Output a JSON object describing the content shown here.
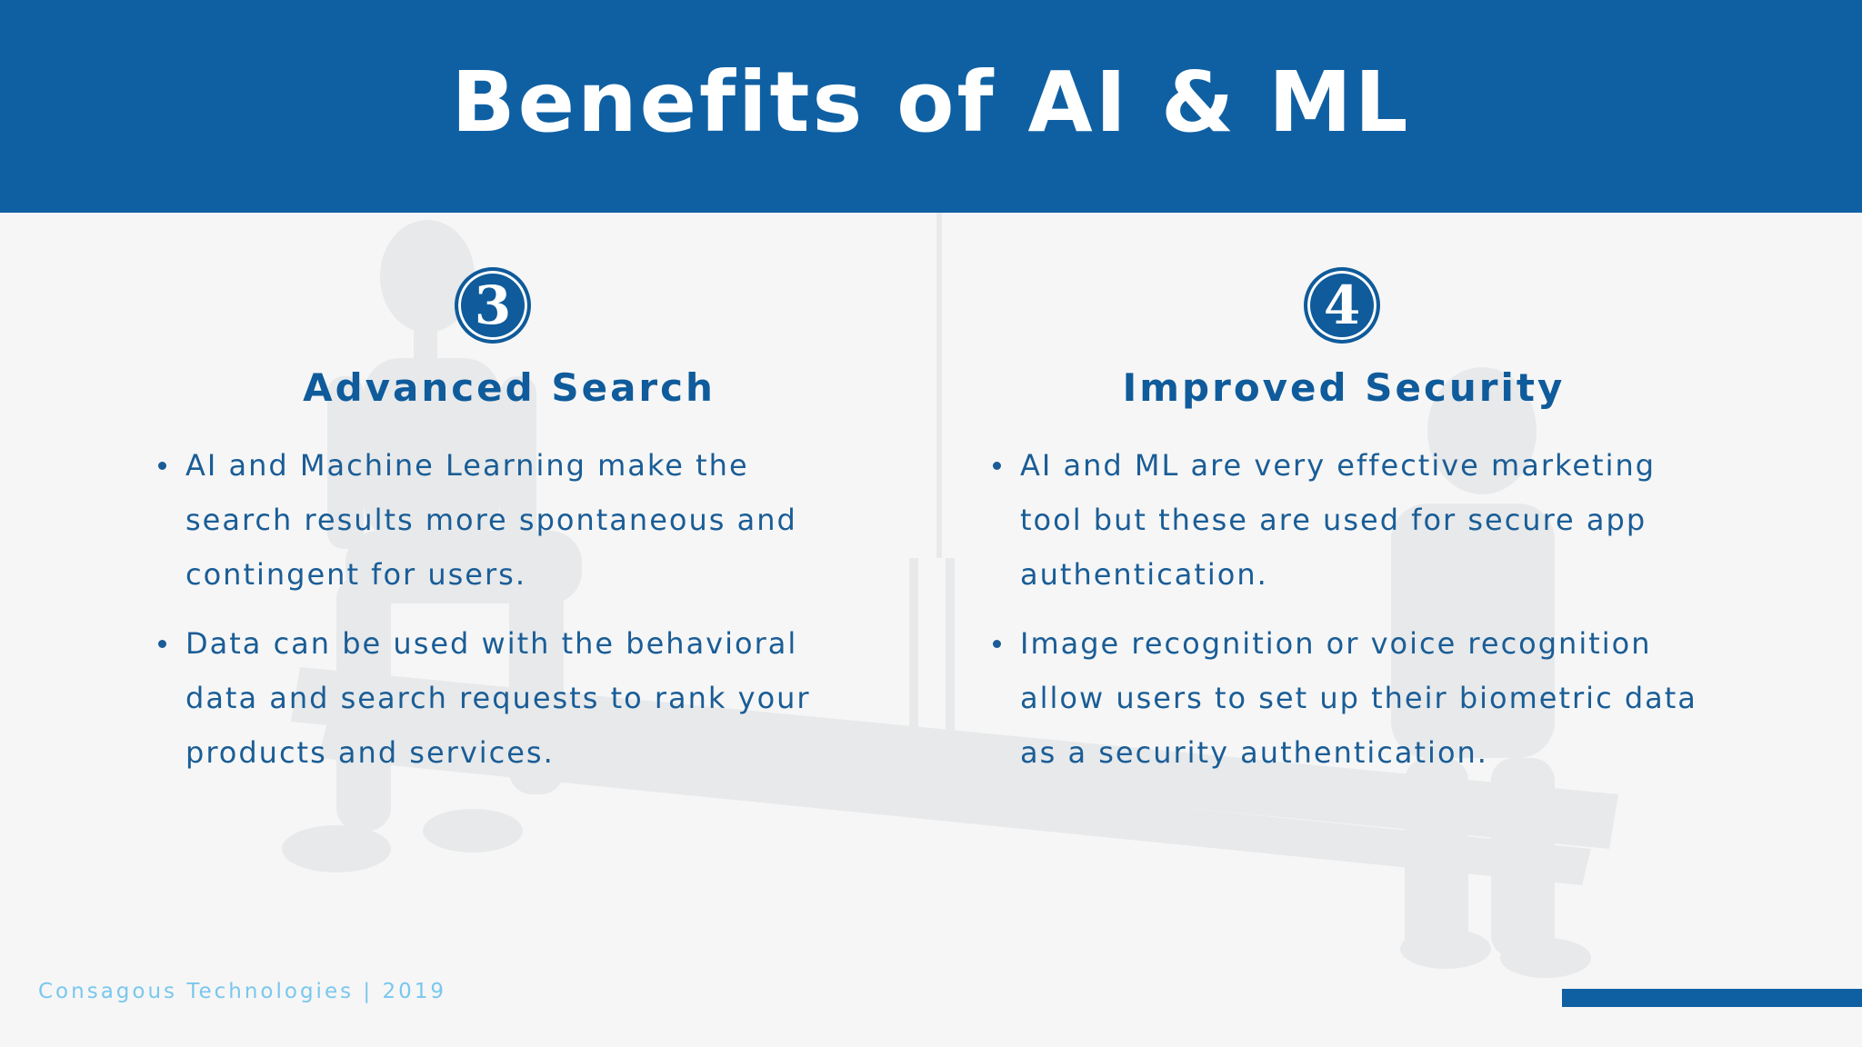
{
  "slide": {
    "title": "Benefits of AI & ML"
  },
  "columns": [
    {
      "number": "3",
      "title": "Advanced Search",
      "bullets": [
        "AI and Machine Learning make the search results more spontaneous and contingent for users.",
        "Data can be used with the behavioral data and search requests to rank your products and services."
      ]
    },
    {
      "number": "4",
      "title": "Improved Security",
      "bullets": [
        "AI and ML are very effective marketing tool but these are used for secure app authentication.",
        "Image recognition or voice recognition allow users to set up their biometric data as a security authentication."
      ]
    }
  ],
  "footer": {
    "text": "Consagous Technologies | 2019"
  },
  "colors": {
    "header_bg": "#0f60a3",
    "heading_text": "#0f5b9b",
    "body_text": "#1a5d96",
    "footer_text": "#79c7ee",
    "background": "#f6f6f6"
  },
  "icons": [
    "number-3-badge-icon",
    "number-4-badge-icon"
  ]
}
